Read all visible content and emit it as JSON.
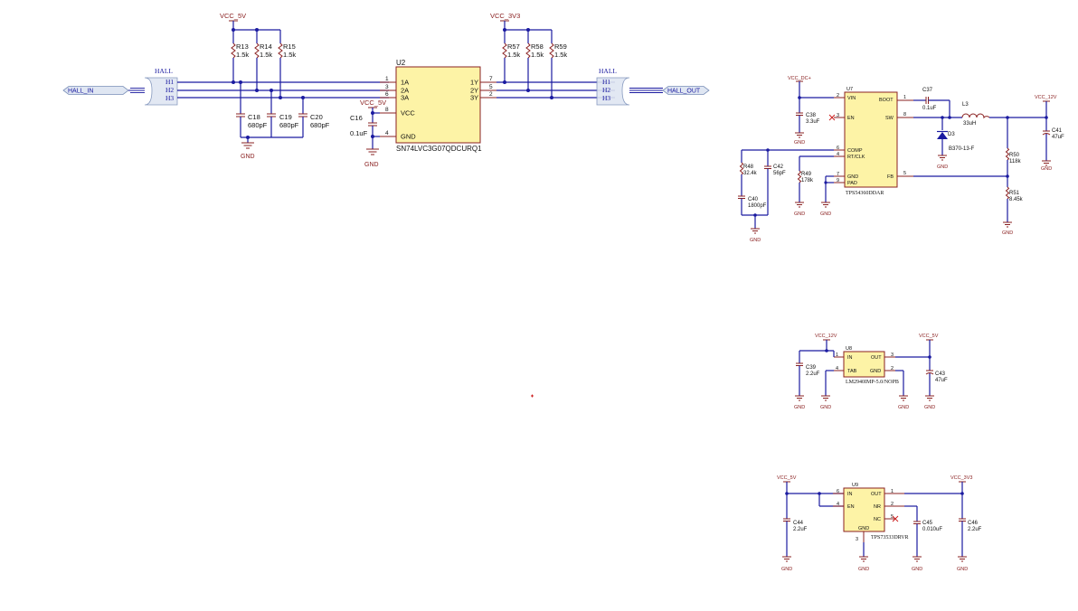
{
  "hall_sheet": {
    "left_connector": "HALL",
    "right_connector": "HALL",
    "port_in": "HALL_IN",
    "port_out": "HALL_OUT",
    "nets": [
      "H1",
      "H2",
      "H3"
    ]
  },
  "u2": {
    "designator": "U2",
    "part": "SN74LVC3G07QDCURQ1",
    "pins_left": [
      {
        "num": "1",
        "name": "1A"
      },
      {
        "num": "3",
        "name": "2A"
      },
      {
        "num": "6",
        "name": "3A"
      },
      {
        "num": "8",
        "name": "VCC"
      },
      {
        "num": "4",
        "name": "GND"
      }
    ],
    "pins_right": [
      {
        "num": "7",
        "name": "1Y"
      },
      {
        "num": "5",
        "name": "2Y"
      },
      {
        "num": "2",
        "name": "3Y"
      }
    ],
    "vcc": "VCC_5V",
    "gnd": "GND"
  },
  "pullups_in": {
    "supply": "VCC_5V",
    "resistors": [
      {
        "ref": "R13",
        "value": "1.5k"
      },
      {
        "ref": "R14",
        "value": "1.5k"
      },
      {
        "ref": "R15",
        "value": "1.5k"
      }
    ]
  },
  "filter_caps": {
    "caps": [
      {
        "ref": "C18",
        "value": "680pF"
      },
      {
        "ref": "C19",
        "value": "680pF"
      },
      {
        "ref": "C20",
        "value": "680pF"
      }
    ],
    "gnd": "GND"
  },
  "decoupling_c16": {
    "ref": "C16",
    "value": "0.1uF"
  },
  "pullups_out": {
    "supply": "VCC_3V3",
    "resistors": [
      {
        "ref": "R57",
        "value": "1.5k"
      },
      {
        "ref": "R58",
        "value": "1.5k"
      },
      {
        "ref": "R59",
        "value": "1.5k"
      }
    ]
  },
  "u7": {
    "designator": "U7",
    "part": "TPS54360DDAR",
    "pins_left": [
      {
        "num": "2",
        "name": "VIN"
      },
      {
        "num": "3",
        "name": "EN"
      },
      {
        "num": "6",
        "name": "COMP"
      },
      {
        "num": "4",
        "name": "RT/CLK"
      },
      {
        "num": "7",
        "name": "GND"
      },
      {
        "num": "9",
        "name": "PAD"
      }
    ],
    "pins_right": [
      {
        "num": "1",
        "name": "BOOT"
      },
      {
        "num": "8",
        "name": "SW"
      },
      {
        "num": "5",
        "name": "FB"
      }
    ],
    "vin": "VCC_DC+",
    "vout": "VCC_12V",
    "c38": {
      "ref": "C38",
      "value": "3.3uF"
    },
    "c37": {
      "ref": "C37",
      "value": "0.1uF"
    },
    "l3": {
      "ref": "L3",
      "value": "33uH"
    },
    "d3": {
      "ref": "D3",
      "value": "B370-13-F"
    },
    "c41": {
      "ref": "C41",
      "value": "47uF"
    },
    "r50": {
      "ref": "R50",
      "value": "118k"
    },
    "r51": {
      "ref": "R51",
      "value": "8.45k"
    },
    "r48": {
      "ref": "R48",
      "value": "32.4k"
    },
    "c42": {
      "ref": "C42",
      "value": "56pF"
    },
    "c40": {
      "ref": "C40",
      "value": "1800pF"
    },
    "r49": {
      "ref": "R49",
      "value": "178k"
    },
    "gnd": "GND"
  },
  "u8": {
    "designator": "U8",
    "part": "LM2940IMP-5.0/NOPB",
    "pins_left": [
      {
        "num": "1",
        "name": "IN"
      },
      {
        "num": "4",
        "name": "TAB"
      }
    ],
    "pins_right": [
      {
        "num": "3",
        "name": "OUT"
      },
      {
        "num": "2",
        "name": "GND"
      }
    ],
    "vin": "VCC_12V",
    "vout": "VCC_5V",
    "c39": {
      "ref": "C39",
      "value": "2.2uF"
    },
    "c43": {
      "ref": "C43",
      "value": "47uF"
    },
    "gnd": "GND"
  },
  "u9": {
    "designator": "U9",
    "part": "TPS73533DRVR",
    "pins_left": [
      {
        "num": "6",
        "name": "IN"
      },
      {
        "num": "4",
        "name": "EN"
      }
    ],
    "pins_right": [
      {
        "num": "1",
        "name": "OUT"
      },
      {
        "num": "2",
        "name": "NR"
      },
      {
        "num": "5",
        "name": "NC"
      }
    ],
    "pin_bottom": {
      "num": "3",
      "name": "GND"
    },
    "vin": "VCC_5V",
    "vout": "VCC_3V3",
    "c44": {
      "ref": "C44",
      "value": "2.2uF"
    },
    "c45": {
      "ref": "C45",
      "value": "0.010uF"
    },
    "c46": {
      "ref": "C46",
      "value": "2.2uF"
    },
    "gnd": "GND"
  }
}
